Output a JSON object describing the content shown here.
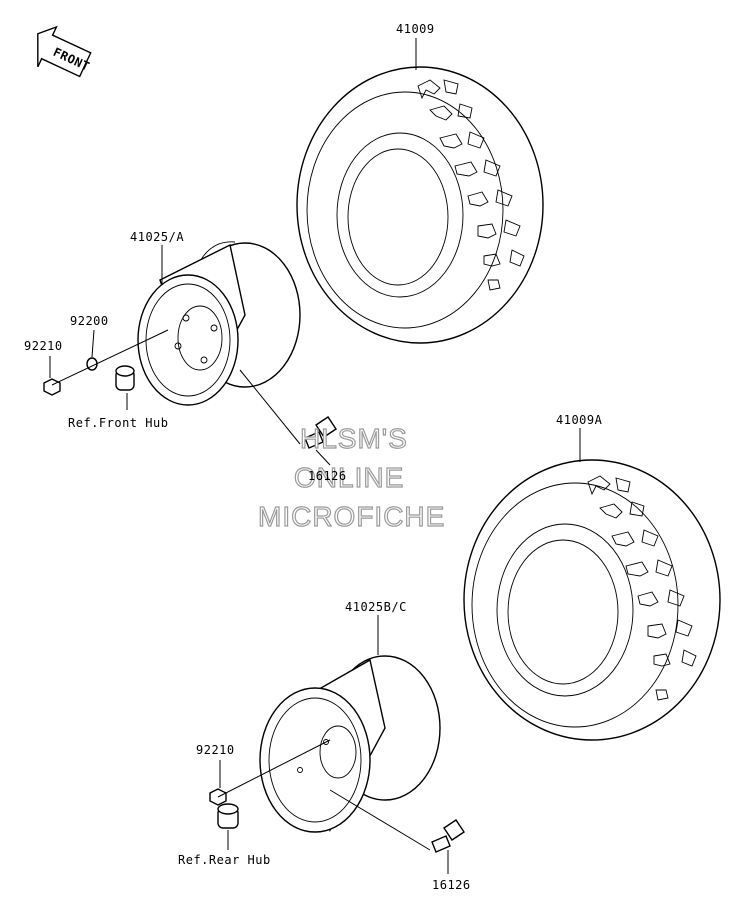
{
  "labels": {
    "front": "FRONT",
    "tire_front": "41009",
    "tire_rear": "41009A",
    "rim_front": "41025/A",
    "rim_rear": "41025B/C",
    "washer": "92200",
    "nut_front": "92210",
    "nut_rear": "92210",
    "valve_front": "16126",
    "valve_rear": "16126",
    "ref_front_hub": "Ref.Front Hub",
    "ref_rear_hub": "Ref.Rear Hub"
  },
  "watermark": {
    "line1": "HLSM'S",
    "line2": "ONLINE",
    "line3": "MICROFICHE"
  }
}
